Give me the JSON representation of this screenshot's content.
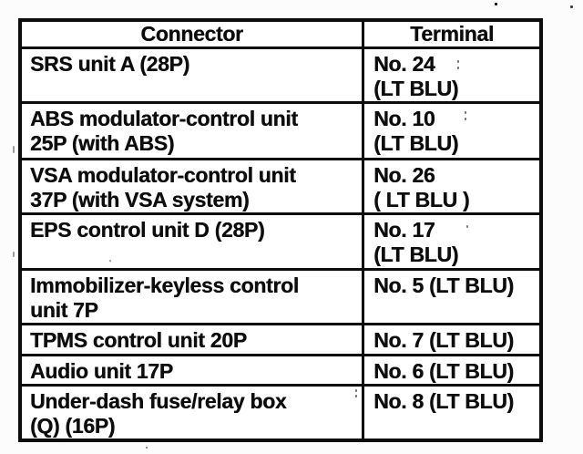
{
  "colors": {
    "ink": "#0d0d0d",
    "paper": "#fcfcfc"
  },
  "table": {
    "columns": [
      "Connector",
      "Terminal"
    ],
    "rows": [
      {
        "connector": [
          "SRS unit A (28P)"
        ],
        "terminal": [
          "No. 24",
          "(LT BLU)"
        ]
      },
      {
        "connector": [
          "ABS modulator-control unit",
          "25P (with ABS)"
        ],
        "terminal": [
          "No. 10",
          "(LT BLU)"
        ]
      },
      {
        "connector": [
          "VSA modulator-control unit",
          "37P (with VSA system)"
        ],
        "terminal": [
          "No. 26",
          "( LT BLU )"
        ]
      },
      {
        "connector": [
          "EPS control unit D (28P)"
        ],
        "terminal": [
          "No. 17",
          "(LT BLU)"
        ]
      },
      {
        "connector": [
          "Immobilizer-keyless control",
          "unit 7P"
        ],
        "terminal": [
          "No. 5 (LT BLU)"
        ]
      },
      {
        "connector": [
          "TPMS control unit 20P"
        ],
        "terminal": [
          "No. 7 (LT BLU)"
        ]
      },
      {
        "connector": [
          "Audio unit 17P"
        ],
        "terminal": [
          "No. 6 (LT BLU)"
        ]
      },
      {
        "connector": [
          "Under-dash fuse/relay box",
          "(Q) (16P)"
        ],
        "terminal": [
          "No. 8 (LT BLU)"
        ]
      }
    ]
  }
}
